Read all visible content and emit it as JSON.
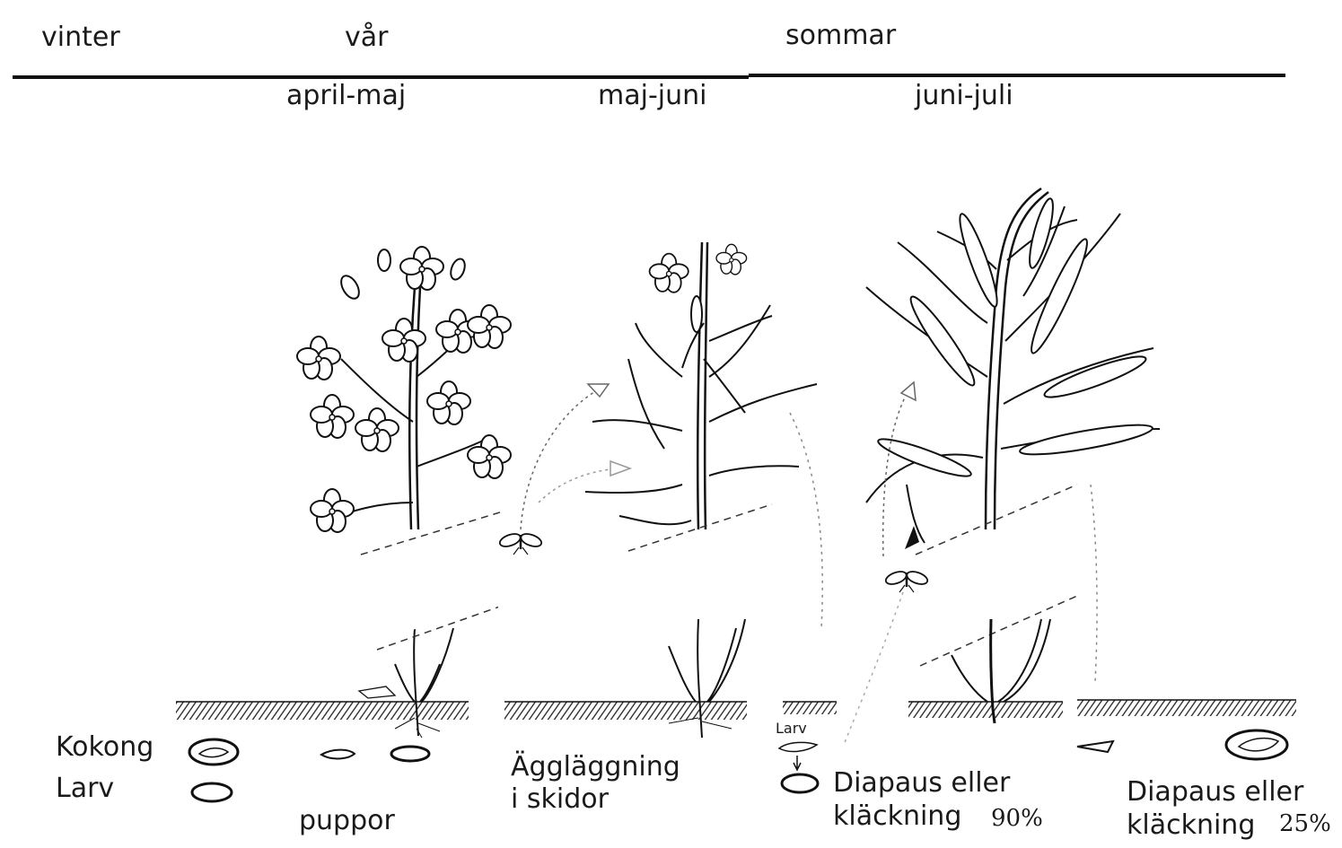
{
  "seasons": {
    "winter": "vinter",
    "spring": "vår",
    "summer": "sommar"
  },
  "periods": {
    "p1": "april-maj",
    "p2": "maj-juni",
    "p3": "juni-juli"
  },
  "legend": {
    "cocoon": "Kokong",
    "larva": "Larv"
  },
  "captions": {
    "pupae": "puppor",
    "egg_line1": "Äggläggning",
    "egg_line2": "i skidor",
    "larv_small": "Larv",
    "diapause_a_line1": "Diapaus eller",
    "diapause_a_line2": "kläckning",
    "diapause_a_pct": "90%",
    "diapause_b_line1": "Diapaus eller",
    "diapause_b_line2": "kläckning",
    "diapause_b_pct": "25%"
  },
  "icons": [
    "flower-plant",
    "budding-plant",
    "pod-plant",
    "midge-fly",
    "cocoon-icon",
    "larva-icon",
    "pupa-icon",
    "soil-line",
    "flight-arrow"
  ]
}
